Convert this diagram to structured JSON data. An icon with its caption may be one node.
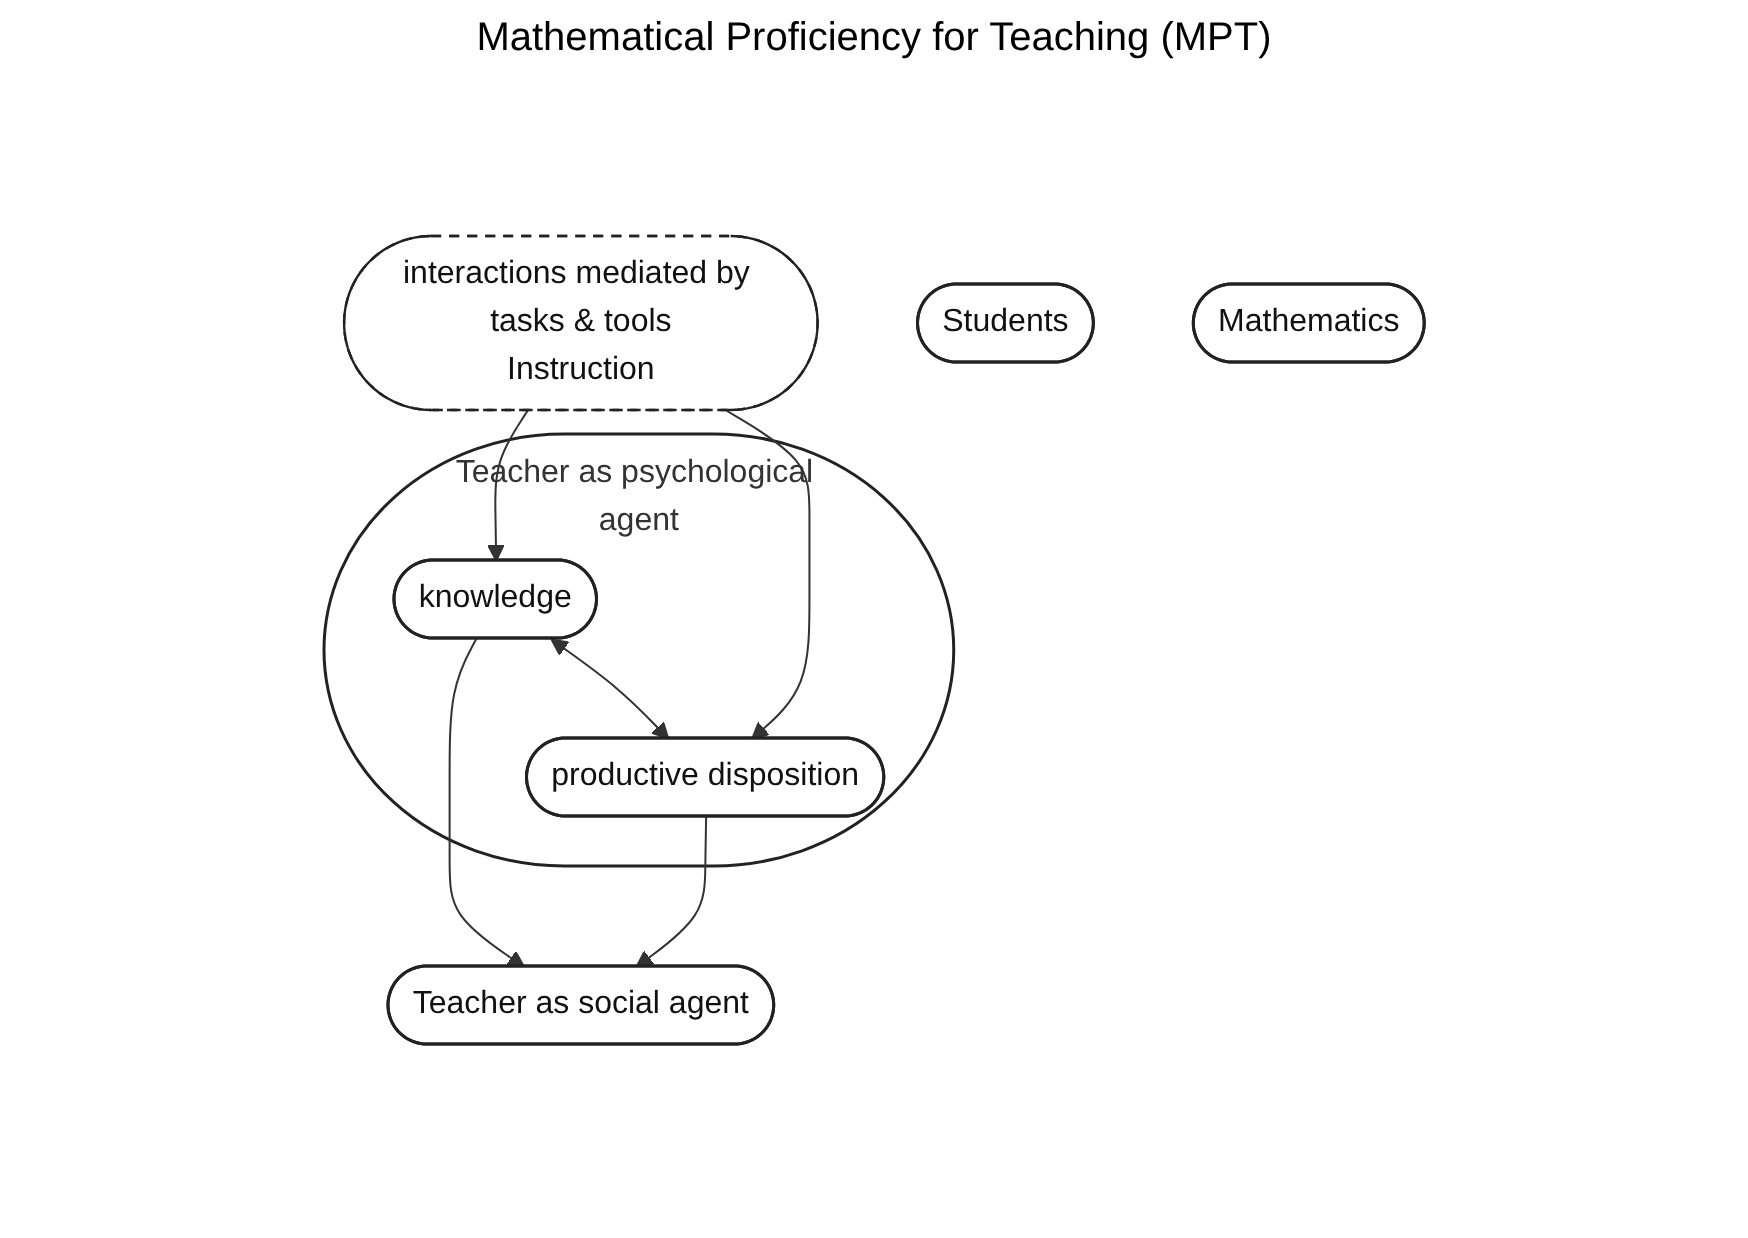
{
  "diagram": {
    "title": "Mathematical Proficiency for Teaching (MPT)",
    "nodes": [
      {
        "text": [
          "Teacher as psychological agent"
        ]
      },
      {
        "text": [
          "knowledge"
        ],
        "in": 0
      },
      {
        "text": [
          "productive disposition"
        ],
        "in": 0
      },
      {
        "text": [
          "Teacher as social agent"
        ]
      },
      {
        "text": [
          "interactions mediated by tasks & tools",
          "Instruction"
        ]
      },
      {
        "text": [
          "Students"
        ]
      },
      {
        "text": [
          "Mathematics"
        ]
      }
    ],
    "edges": [
      {
        "from": 1,
        "to": 2,
        "arrow": "both"
      },
      {
        "from": 1,
        "to": 3,
        "arrow": "to"
      },
      {
        "from": 2,
        "to": 3,
        "arrow": "to"
      },
      {
        "from": 4,
        "to": 1,
        "arrow": "to"
      },
      {
        "from": 4,
        "to": 2,
        "arrow": "to"
      }
    ]
  }
}
